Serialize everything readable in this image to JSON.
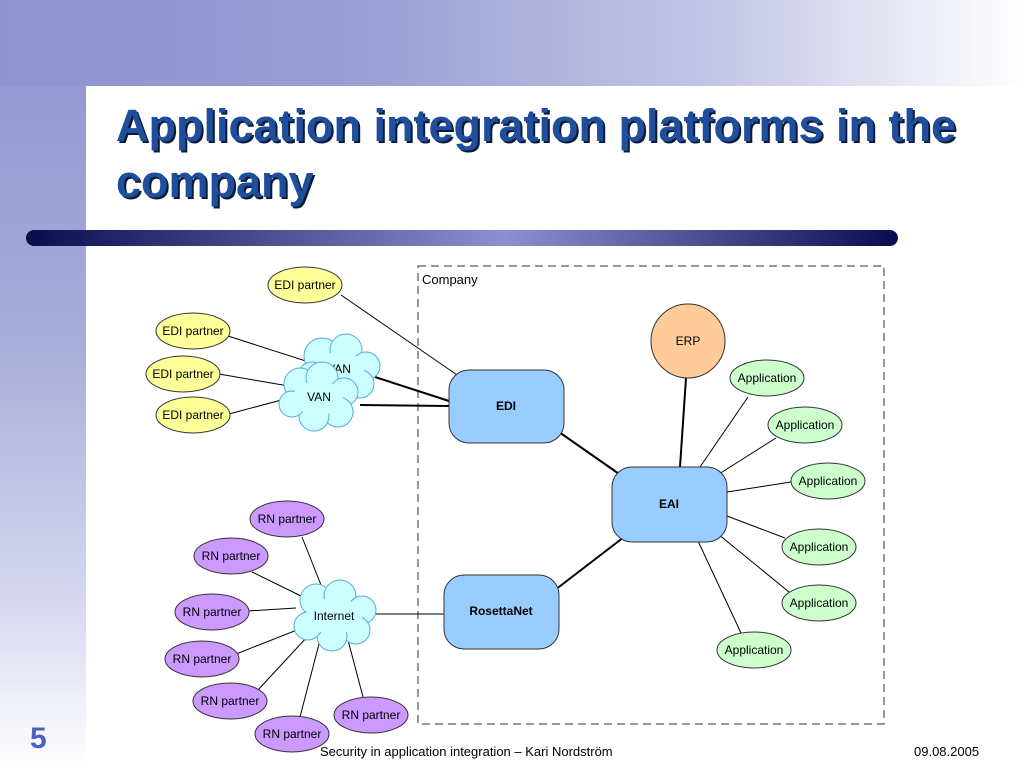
{
  "slide": {
    "title": "Application integration platforms in the company",
    "number": "5",
    "footer_center": "Security in application integration – Kari Nordström",
    "footer_right": "09.08.2005"
  },
  "diagram": {
    "company_label": "Company",
    "edi_partners": [
      "EDI partner",
      "EDI partner",
      "EDI partner",
      "EDI partner"
    ],
    "van_labels": [
      "VAN",
      "VAN"
    ],
    "edi_hub": "EDI",
    "eai_hub": "EAI",
    "rosettanet_hub": "RosettaNet",
    "erp": "ERP",
    "applications": [
      "Application",
      "Application",
      "Application",
      "Application",
      "Application",
      "Application"
    ],
    "internet": "Internet",
    "rn_partners": [
      "RN partner",
      "RN partner",
      "RN partner",
      "RN partner",
      "RN partner",
      "RN partner",
      "RN partner"
    ]
  },
  "colors": {
    "title": "#1f4e9c",
    "hub": "#99ccff",
    "edi_partner": "#ffff99",
    "rn_partner": "#cc99ff",
    "application": "#ccffcc",
    "erp": "#ffcc99",
    "cloud": "#ccffff"
  }
}
